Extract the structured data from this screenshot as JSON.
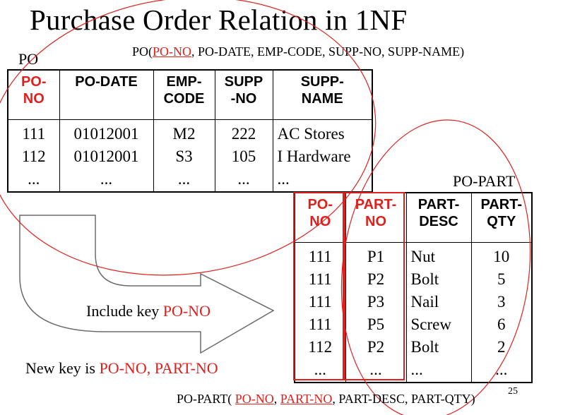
{
  "title": "Purchase Order Relation in 1NF",
  "po_schema": {
    "prefix": "PO(",
    "key": "PO-NO",
    "rest": ", PO-DATE, EMP-CODE, SUPP-NO, SUPP-NAME)"
  },
  "po_label": "PO",
  "po_table": {
    "headers": [
      {
        "text": "PO-\nNO",
        "key": true
      },
      {
        "text": "PO-DATE",
        "key": false
      },
      {
        "text": "EMP-\nCODE",
        "key": false
      },
      {
        "text": "SUPP\n-NO",
        "key": false
      },
      {
        "text": "SUPP-\nNAME",
        "key": false
      }
    ],
    "rows": [
      [
        "111",
        "01012001",
        "M2",
        "222",
        "AC Stores"
      ],
      [
        "112",
        "01012001",
        "S3",
        "105",
        "I Hardware"
      ],
      [
        "...",
        "...",
        "...",
        "...",
        "..."
      ]
    ]
  },
  "popart_label": "PO-PART",
  "popart_table": {
    "headers": [
      {
        "text": "PO-\nNO",
        "key": true
      },
      {
        "text": "PART-\nNO",
        "key": true
      },
      {
        "text": "PART-\nDESC",
        "key": false
      },
      {
        "text": "PART-\nQTY",
        "key": false
      }
    ],
    "rows": [
      [
        "111",
        "P1",
        "Nut",
        "10"
      ],
      [
        "111",
        "P2",
        "Bolt",
        "5"
      ],
      [
        "111",
        "P3",
        "Nail",
        "3"
      ],
      [
        "111",
        "P5",
        "Screw",
        "6"
      ],
      [
        "112",
        "P2",
        "Bolt",
        "2"
      ],
      [
        "...",
        "...",
        "...",
        "..."
      ]
    ]
  },
  "arrow_caption": {
    "text": "Include key ",
    "key": "PO-NO"
  },
  "new_key_caption": {
    "text": "New key is ",
    "keys": "PO-NO, PART-NO"
  },
  "popart_schema": {
    "prefix": "PO-PART( ",
    "key1": "PO-NO",
    "sep": ", ",
    "key2": "PART-NO",
    "rest": ", PART-DESC, PART-QTY)"
  },
  "page_number": "25",
  "colors": {
    "accent": "#e0201c",
    "text": "#000000",
    "background": "#ffffff"
  }
}
